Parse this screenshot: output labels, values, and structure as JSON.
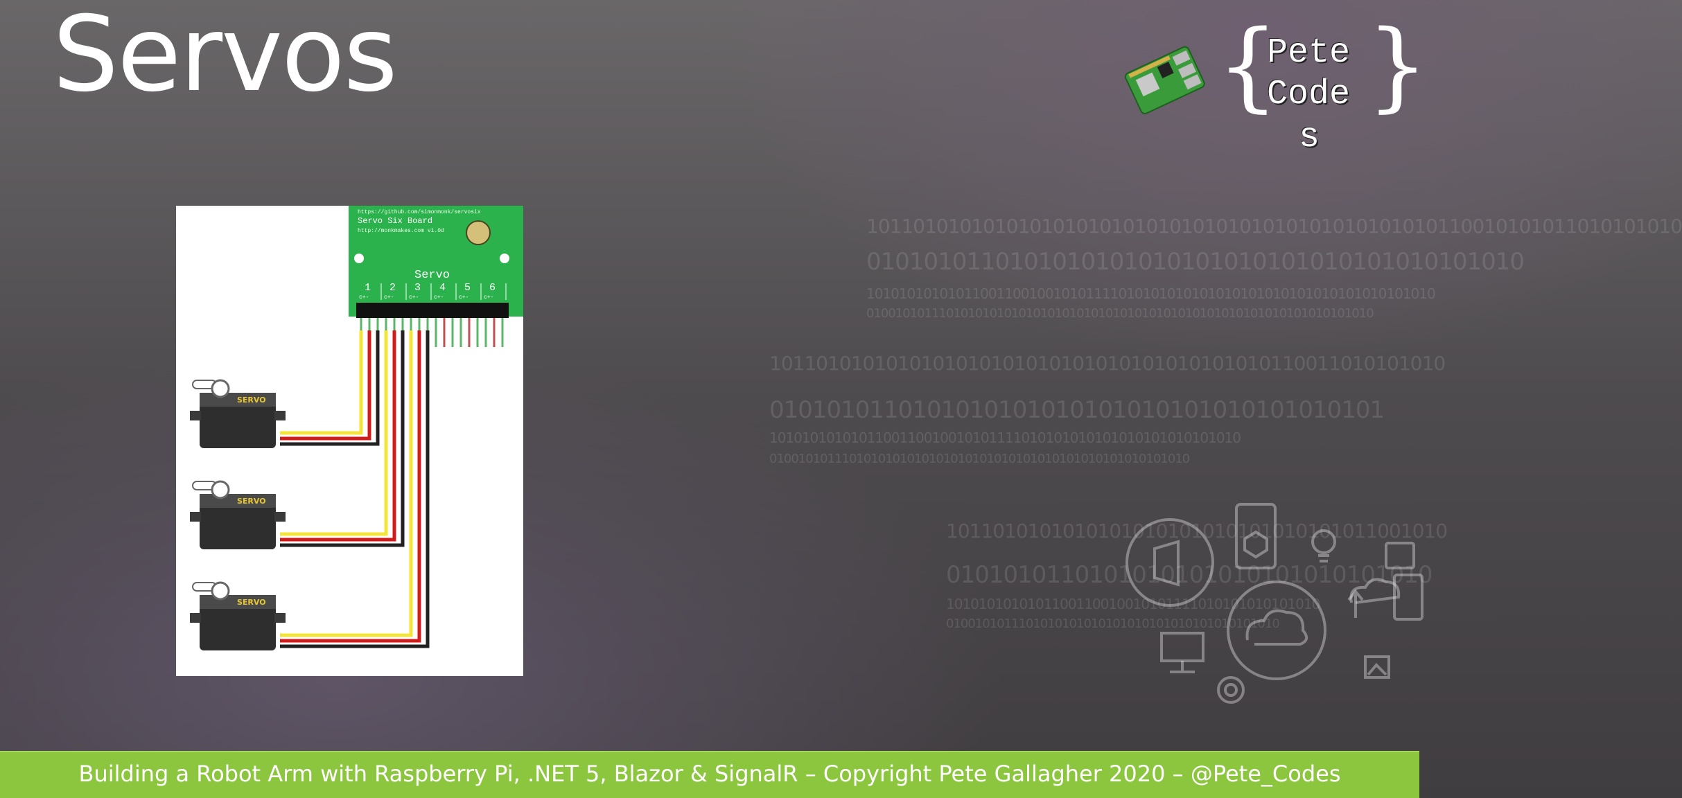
{
  "slide": {
    "title": "Servos",
    "footer": "Building a Robot Arm with Raspberry Pi, .NET 5, Blazor & SignalR  – Copyright Pete Gallagher 2020 – @Pete_Codes"
  },
  "logo": {
    "open_brace": "{",
    "close_brace": "}",
    "line1": "Pete",
    "line2": "Code",
    "line3": "s"
  },
  "board": {
    "url_line": "https://github.com/simonmonk/servosix",
    "name": "Servo Six Board",
    "site": "http://monkmakes.com  v1.0d",
    "header_label": "Servo",
    "channels": [
      "1",
      "2",
      "3",
      "4",
      "5",
      "6"
    ],
    "pin_labels": [
      "c+-",
      "c+-",
      "c+-",
      "c+-",
      "c+-",
      "c+-"
    ]
  },
  "servos": [
    {
      "label": "SERVO"
    },
    {
      "label": "SERVO"
    },
    {
      "label": "SERVO"
    }
  ],
  "background_binary": [
    "1011010101010101010101010101010101010101010101010110010101011010101010",
    "0101010110101010101010101010101010101010101010",
    "1010101010101100110010010101111010101010101010101010101010101010101010",
    "0100101011101010101010101010101010101010101010101010101010101010101010",
    "1011010101010101010101010101010101010101010110011010101010",
    "0101010110101010101010101010101010101010101",
    "1010101010101100110010010101111010101010101010101010101010",
    "0100101011101010101010101010101010101010101010101010101010",
    "1011010101010101010101010101010101011001010",
    "0101010110101010101010101010101010",
    "1010101010101100110010010101111010101010101010",
    "0100101011101010101010101010101010101010101010"
  ],
  "colors": {
    "footer_bg": "#8cc63f",
    "board_green": "#2bb24c",
    "wire_yellow": "#f4e43a",
    "wire_red": "#d21c1c",
    "wire_black": "#222222",
    "servo_body": "#2e2e2e"
  },
  "icons": [
    "raspberry-pi-icon",
    "office-icon",
    "phone-icon",
    "lightbulb-icon",
    "cloud-icon",
    "cloud-upload-icon",
    "monitor-icon",
    "gear-icon",
    "image-icon",
    "tablet-icon"
  ]
}
